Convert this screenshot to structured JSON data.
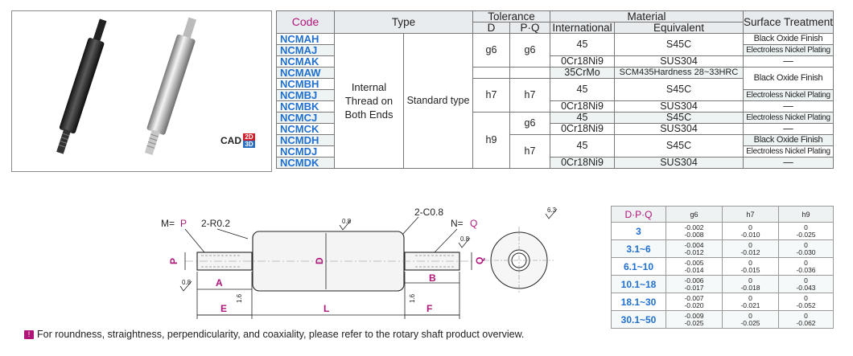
{
  "cad": {
    "label": "CAD",
    "badge_2d": "2D",
    "badge_3d": "3D"
  },
  "spec_table": {
    "headers": {
      "code": "Code",
      "type": "Type",
      "tolerance": "Tolerance",
      "d": "D",
      "pq": "P·Q",
      "material": "Material",
      "international": "International",
      "equivalent": "Equivalent",
      "surface": "Surface Treatment"
    },
    "type_main": "Internal Thread on Both Ends",
    "type_sub": "Standard type",
    "codes": [
      "NCMAH",
      "NCMAJ",
      "NCMAK",
      "NCMAW",
      "NCMBH",
      "NCMBJ",
      "NCMBK",
      "NCMCJ",
      "NCMCK",
      "NCMDH",
      "NCMDJ",
      "NCMDK"
    ],
    "tol_d": [
      "g6",
      "h7",
      "h9"
    ],
    "tol_pq": [
      "g6",
      "h7",
      "g6",
      "h7"
    ],
    "mat_intl": [
      "45",
      "0Cr18Ni9",
      "35CrMo",
      "45",
      "0Cr18Ni9",
      "45",
      "0Cr18Ni9",
      "45",
      "0Cr18Ni9"
    ],
    "mat_equiv": [
      "S45C",
      "SUS304",
      "SCM435Hardness 28~33HRC",
      "S45C",
      "SUS304",
      "S45C",
      "SUS304",
      "S45C",
      "SUS304"
    ],
    "surface": [
      "Black Oxide Finish",
      "Electroless Nickel Plating",
      "—",
      "Black Oxide Finish",
      "Electroless Nickel Plating",
      "—",
      "Electroless Nickel Plating",
      "—",
      "Black Oxide Finish",
      "Electroless Nickel Plating",
      "—"
    ]
  },
  "drawing": {
    "m_eq": "M=",
    "m_p": "P",
    "r": "2-R0.2",
    "c": "2-C0.8",
    "n_eq": "N=",
    "n_q": "Q",
    "rough_08": "0.8",
    "rough_16": "1.6",
    "rough_63": "6.3",
    "dims": {
      "P": "P",
      "D": "D",
      "Q": "Q",
      "A": "A",
      "B": "B",
      "E": "E",
      "L": "L",
      "F": "F"
    }
  },
  "tol_table": {
    "headers": [
      "D·P·Q",
      "g6",
      "h7",
      "h9"
    ],
    "rows": [
      {
        "size": "3",
        "g6": [
          "-0.002",
          "-0.008"
        ],
        "h7": [
          "0",
          "-0.010"
        ],
        "h9": [
          "0",
          "-0.025"
        ]
      },
      {
        "size": "3.1~6",
        "g6": [
          "-0.004",
          "-0.012"
        ],
        "h7": [
          "0",
          "-0.012"
        ],
        "h9": [
          "0",
          "-0.030"
        ]
      },
      {
        "size": "6.1~10",
        "g6": [
          "-0.005",
          "-0.014"
        ],
        "h7": [
          "0",
          "-0.015"
        ],
        "h9": [
          "0",
          "-0.036"
        ]
      },
      {
        "size": "10.1~18",
        "g6": [
          "-0.006",
          "-0.017"
        ],
        "h7": [
          "0",
          "-0.018"
        ],
        "h9": [
          "0",
          "-0.043"
        ]
      },
      {
        "size": "18.1~30",
        "g6": [
          "-0.007",
          "-0.020"
        ],
        "h7": [
          "0",
          "-0.021"
        ],
        "h9": [
          "0",
          "-0.052"
        ]
      },
      {
        "size": "30.1~50",
        "g6": [
          "-0.009",
          "-0.025"
        ],
        "h7": [
          "0",
          "-0.025"
        ],
        "h9": [
          "0",
          "-0.062"
        ]
      }
    ]
  },
  "note": {
    "icon": "!",
    "text": "For roundness, straightness, perpendicularity, and coaxiality, please refer to the rotary shaft product overview."
  },
  "colors": {
    "code_header": "#b0157a",
    "code_value": "#1f6fd0",
    "header_bg": "#e9ecee"
  }
}
